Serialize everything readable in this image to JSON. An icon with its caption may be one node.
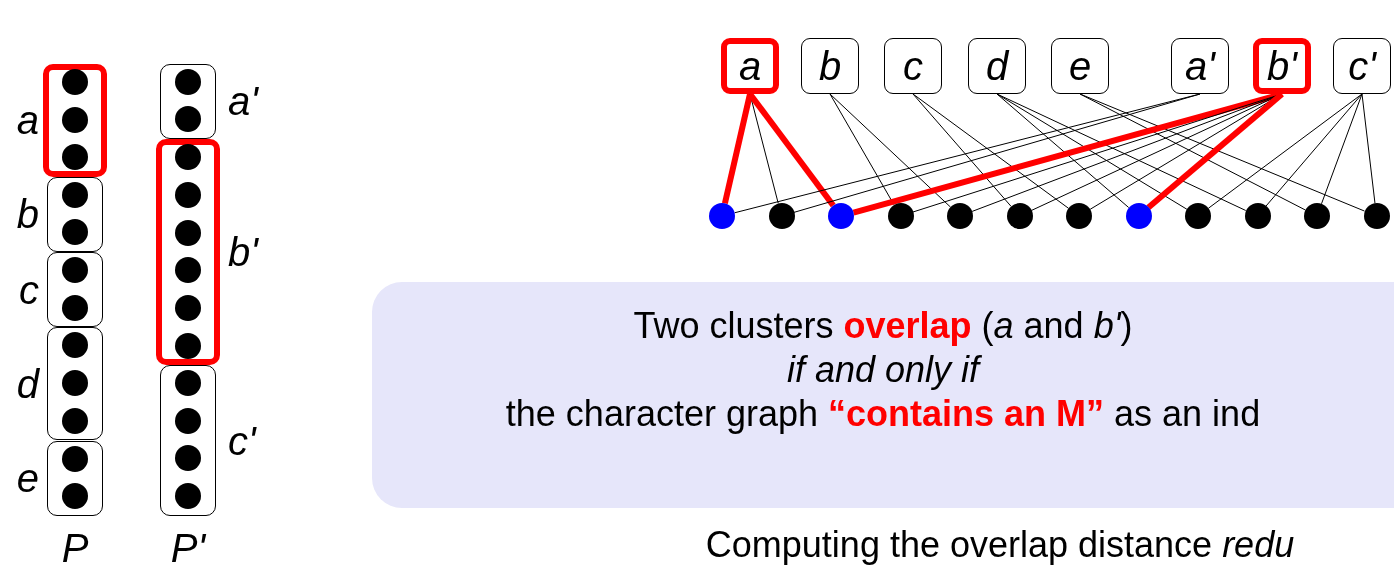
{
  "diagram": {
    "nodes": [
      {
        "text": [],
        "shape": "box",
        "beside": [
          "a"
        ]
      },
      {
        "text": [],
        "shape": "circle",
        "in": 0
      },
      {
        "text": [],
        "shape": "circle",
        "in": 0
      },
      {
        "text": [],
        "shape": "circle",
        "in": 0
      },
      {
        "text": [],
        "shape": "box",
        "beside": [
          "b"
        ]
      },
      {
        "text": [],
        "shape": "circle",
        "in": 4
      },
      {
        "text": [],
        "shape": "circle",
        "in": 4
      },
      {
        "text": [],
        "shape": "box",
        "beside": [
          "c"
        ]
      },
      {
        "text": [],
        "shape": "circle",
        "in": 7
      },
      {
        "text": [],
        "shape": "circle",
        "in": 7
      },
      {
        "text": [],
        "shape": "box",
        "beside": [
          "d"
        ]
      },
      {
        "text": [],
        "shape": "circle",
        "in": 10
      },
      {
        "text": [],
        "shape": "circle",
        "in": 10
      },
      {
        "text": [],
        "shape": "circle",
        "in": 10
      },
      {
        "text": [],
        "shape": "box",
        "beside": [
          "e"
        ]
      },
      {
        "text": [],
        "shape": "circle",
        "in": 14
      },
      {
        "text": [],
        "shape": "circle",
        "in": 14
      },
      {
        "text": [],
        "shape": "box",
        "beside": [
          "a'"
        ]
      },
      {
        "text": [],
        "shape": "circle",
        "in": 17
      },
      {
        "text": [],
        "shape": "circle",
        "in": 17
      },
      {
        "text": [],
        "shape": "box",
        "beside": [
          "b'"
        ]
      },
      {
        "text": [],
        "shape": "circle",
        "in": 20
      },
      {
        "text": [],
        "shape": "circle",
        "in": 20
      },
      {
        "text": [],
        "shape": "circle",
        "in": 20
      },
      {
        "text": [],
        "shape": "circle",
        "in": 20
      },
      {
        "text": [],
        "shape": "circle",
        "in": 20
      },
      {
        "text": [],
        "shape": "circle",
        "in": 20
      },
      {
        "text": [],
        "shape": "box",
        "beside": [
          "c'"
        ]
      },
      {
        "text": [],
        "shape": "circle",
        "in": 27
      },
      {
        "text": [],
        "shape": "circle",
        "in": 27
      },
      {
        "text": [],
        "shape": "circle",
        "in": 27
      },
      {
        "text": [],
        "shape": "circle",
        "in": 27
      },
      {
        "text": [
          "a"
        ]
      },
      {
        "text": [
          "b"
        ]
      },
      {
        "text": [
          "c"
        ]
      },
      {
        "text": [
          "d"
        ]
      },
      {
        "text": [
          "e"
        ]
      },
      {
        "text": [
          "a'"
        ]
      },
      {
        "text": [
          "b'"
        ]
      },
      {
        "text": [
          "c'"
        ]
      },
      {
        "text": [],
        "shape": "circle"
      },
      {
        "text": [],
        "shape": "circle"
      },
      {
        "text": [],
        "shape": "circle"
      },
      {
        "text": [],
        "shape": "circle"
      },
      {
        "text": [],
        "shape": "circle"
      },
      {
        "text": [],
        "shape": "circle"
      },
      {
        "text": [],
        "shape": "circle"
      },
      {
        "text": [],
        "shape": "circle"
      },
      {
        "text": [],
        "shape": "circle"
      },
      {
        "text": [],
        "shape": "circle"
      },
      {
        "text": [],
        "shape": "circle"
      },
      {
        "text": [],
        "shape": "circle"
      },
      {
        "text": [
          "Two clusters **overlap** (*a* and *b'*)",
          "if and only if",
          "the character graph **“contains an M”** as an ind"
        ]
      }
    ],
    "edges": [
      {
        "from": 32,
        "to": 40,
        "arrow": "none",
        "style": "thick",
        "color": "#ff0000"
      },
      {
        "from": 32,
        "to": 41,
        "arrow": "none"
      },
      {
        "from": 32,
        "to": 42,
        "arrow": "none",
        "style": "thick",
        "color": "#ff0000"
      },
      {
        "from": 33,
        "to": 43,
        "arrow": "none"
      },
      {
        "from": 33,
        "to": 44,
        "arrow": "none"
      },
      {
        "from": 34,
        "to": 45,
        "arrow": "none"
      },
      {
        "from": 34,
        "to": 46,
        "arrow": "none"
      },
      {
        "from": 35,
        "to": 47,
        "arrow": "none"
      },
      {
        "from": 35,
        "to": 48,
        "arrow": "none"
      },
      {
        "from": 35,
        "to": 49,
        "arrow": "none"
      },
      {
        "from": 36,
        "to": 50,
        "arrow": "none"
      },
      {
        "from": 36,
        "to": 51,
        "arrow": "none"
      },
      {
        "from": 37,
        "to": 40,
        "arrow": "none"
      },
      {
        "from": 37,
        "to": 41,
        "arrow": "none"
      },
      {
        "from": 38,
        "to": 42,
        "arrow": "none",
        "style": "thick",
        "color": "#ff0000"
      },
      {
        "from": 38,
        "to": 43,
        "arrow": "none"
      },
      {
        "from": 38,
        "to": 44,
        "arrow": "none"
      },
      {
        "from": 38,
        "to": 45,
        "arrow": "none"
      },
      {
        "from": 38,
        "to": 46,
        "arrow": "none"
      },
      {
        "from": 38,
        "to": 47,
        "arrow": "none",
        "style": "thick",
        "color": "#ff0000"
      },
      {
        "from": 39,
        "to": 48,
        "arrow": "none"
      },
      {
        "from": 39,
        "to": 49,
        "arrow": "none"
      },
      {
        "from": 39,
        "to": 50,
        "arrow": "none"
      },
      {
        "from": 39,
        "to": 51,
        "arrow": "none"
      }
    ],
    "labels": [
      "P",
      "P'",
      "Computing the overlap distance *redu*"
    ]
  }
}
